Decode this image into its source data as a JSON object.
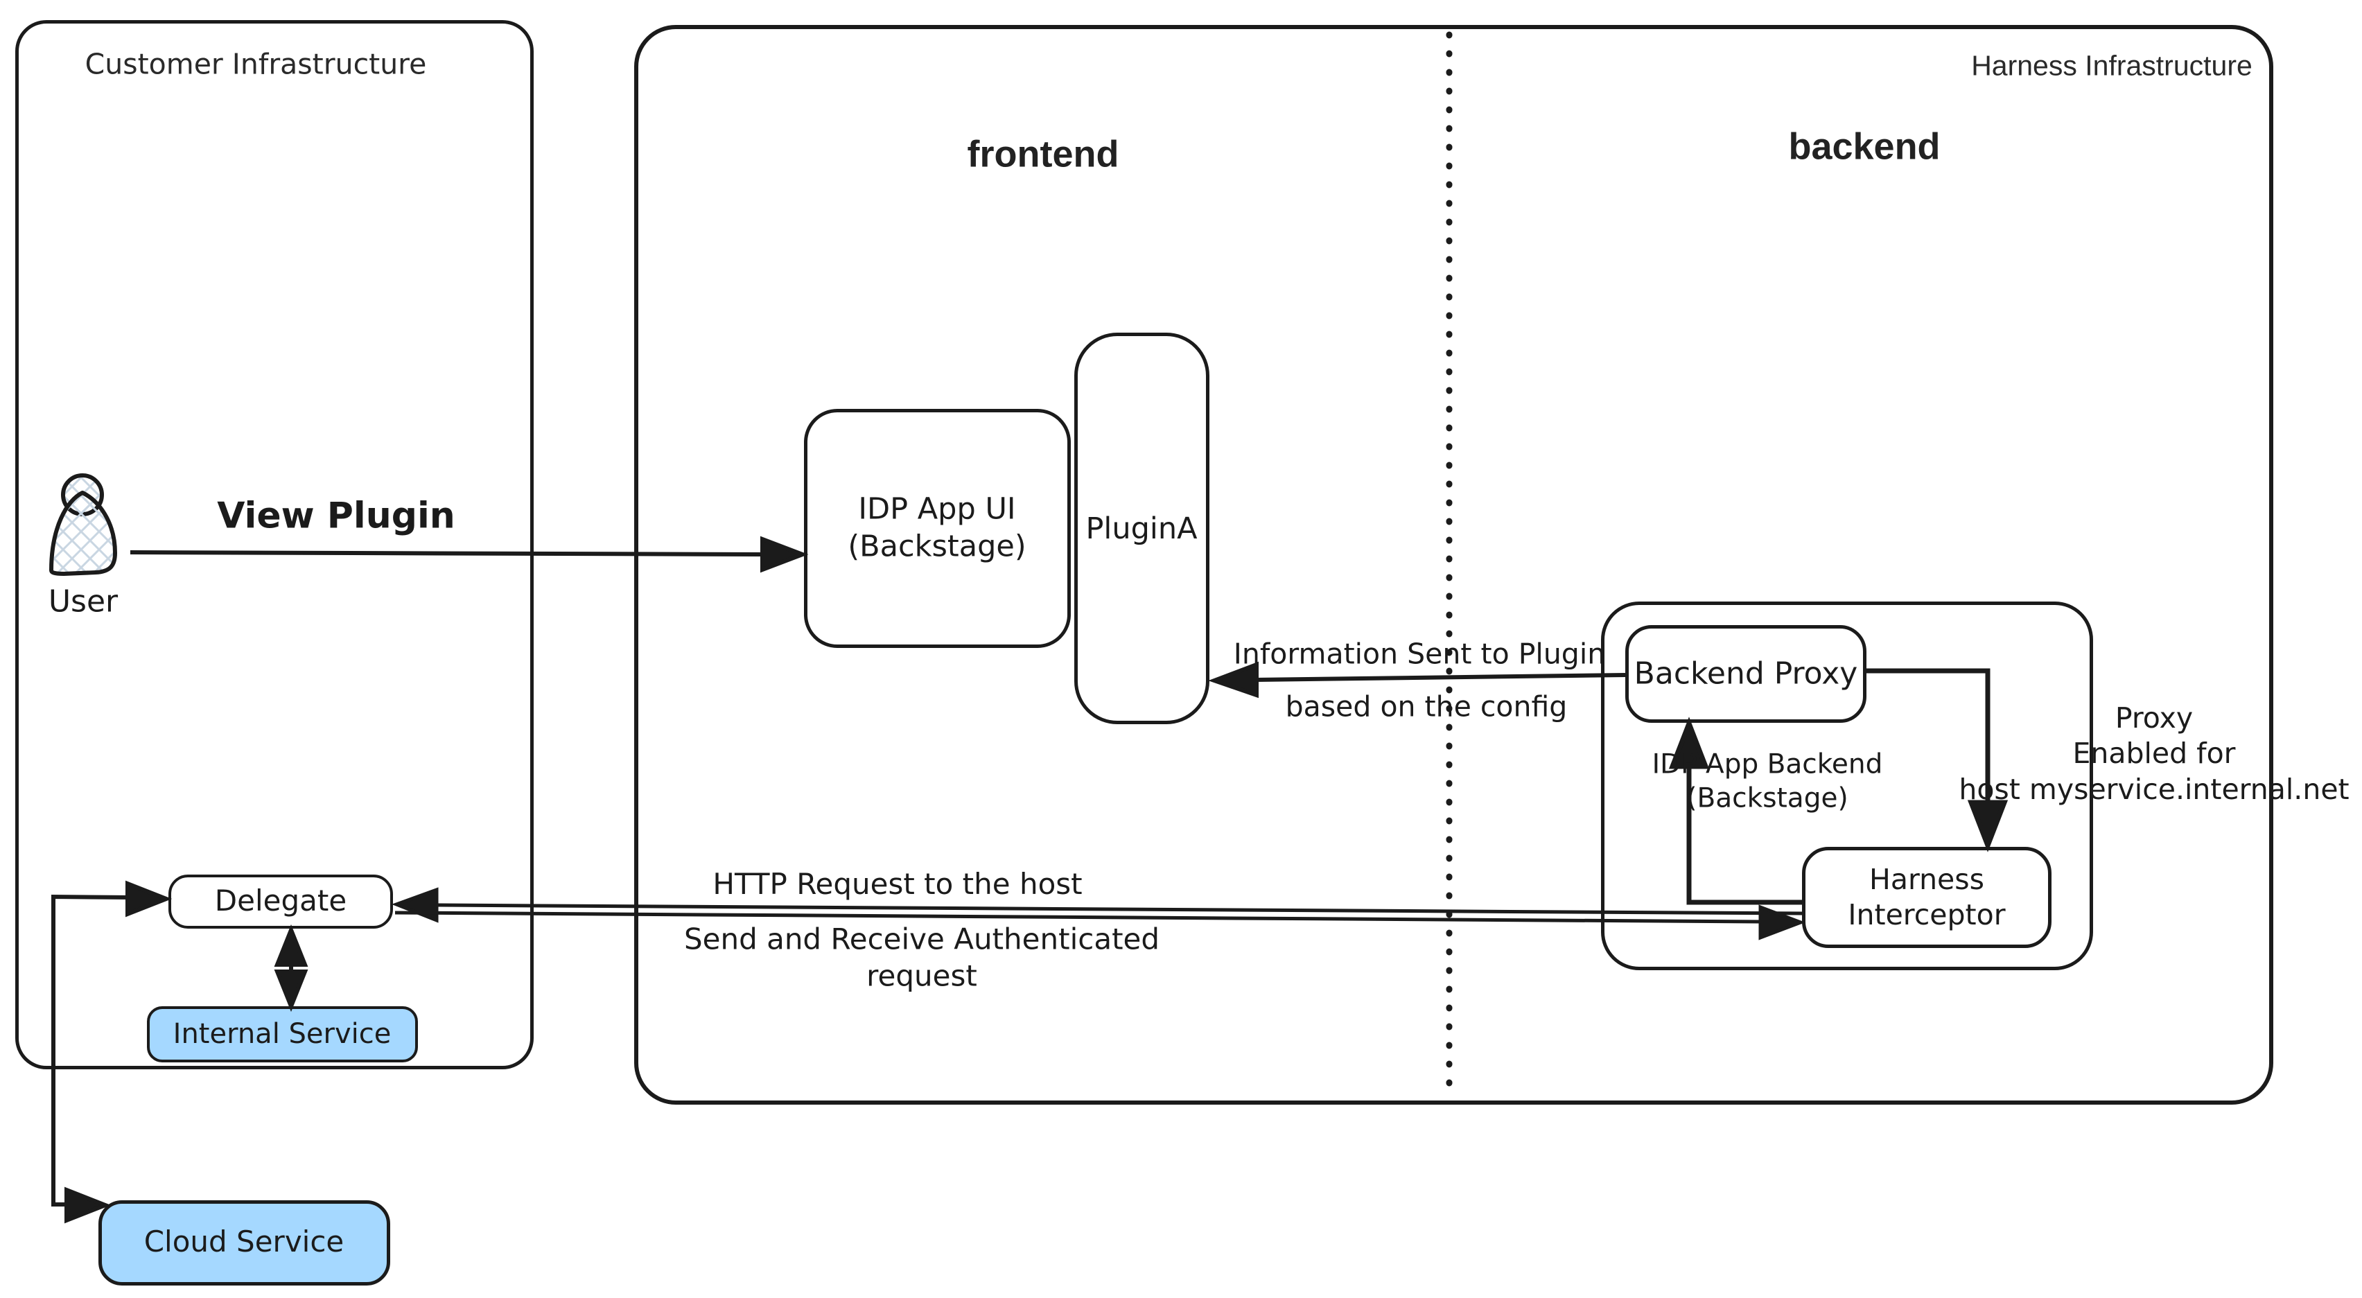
{
  "colors": {
    "ink": "#1b1b1b",
    "service_fill": "#a5d8ff",
    "hatch": "#c9d6e2"
  },
  "customer": {
    "title": "Customer Infrastructure",
    "user_label": "User",
    "delegate": "Delegate",
    "internal_service": "Internal Service",
    "cloud_service": "Cloud Service"
  },
  "harness": {
    "title": "Harness Infrastructure",
    "frontend_section": "frontend",
    "backend_section": "backend",
    "idp_app_ui": {
      "line1": "IDP App UI",
      "line2": "(Backstage)"
    },
    "plugin_a": "PluginA",
    "backend_proxy": "Backend Proxy",
    "idp_app_backend": {
      "line1": "IDP App Backend",
      "line2": "(Backstage)"
    },
    "harness_interceptor": {
      "line1": "Harness",
      "line2": "Interceptor"
    },
    "proxy_note": {
      "line1": "Proxy",
      "line2": "Enabled for",
      "line3": "host myservice.internal.net"
    }
  },
  "edges": {
    "view_plugin": "View Plugin",
    "info_sent": {
      "line1": "Information Sent to Plugin",
      "line2": "based on the config"
    },
    "http_request": "HTTP Request to the host",
    "auth_request": {
      "line1": "Send and Receive Authenticated",
      "line2": "request"
    }
  }
}
